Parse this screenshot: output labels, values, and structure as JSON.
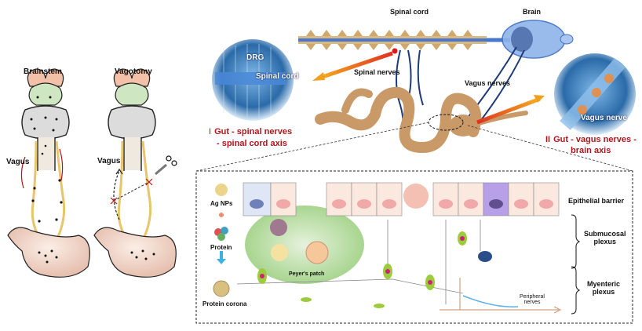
{
  "left_panel": {
    "brainstem": {
      "title": "Brainstem",
      "vagus_label": "Vagus"
    },
    "vagotomy": {
      "title": "Vagotomy",
      "vagus_label": "Vagus"
    }
  },
  "top_panel": {
    "spinal_cord_label": "Spinal cord",
    "brain_label": "Brain",
    "spinal_nerves_label": "Spinal nerves",
    "vagus_nerves_label": "Vagus nerves",
    "inset_left": {
      "drg_label": "DRG",
      "spinal_cord_label": "Spinal cord"
    },
    "inset_right": {
      "vagus_nerve_label": "Vagus nerve"
    },
    "axis_1": {
      "numeral": "I",
      "line1": "Gut - spinal nerves",
      "line2": "- spinal cord axis"
    },
    "axis_2": {
      "numeral": "II",
      "line1": "Gut - vagus nerves -",
      "line2": "brain axis"
    }
  },
  "detail_panel": {
    "ag_nps": "Ag NPs",
    "protein": "Protein",
    "protein_corona": "Protein corona",
    "peyers_patch": "Peyer's patch",
    "peripheral_nerves_line1": "Peripheral",
    "peripheral_nerves_line2": "nerves",
    "epithelial_barrier": "Epithelial barrier",
    "submucosal_line1": "Submucosal",
    "submucosal_line2": "plexus",
    "myenteric_line1": "Myenteric",
    "myenteric_line2": "plexus"
  },
  "colors": {
    "axis_label_red": "#b3141c",
    "nerve_yellow": "#e8c56a",
    "arrow_orange": "#f0a020",
    "brain_blue": "#4a78c8"
  }
}
